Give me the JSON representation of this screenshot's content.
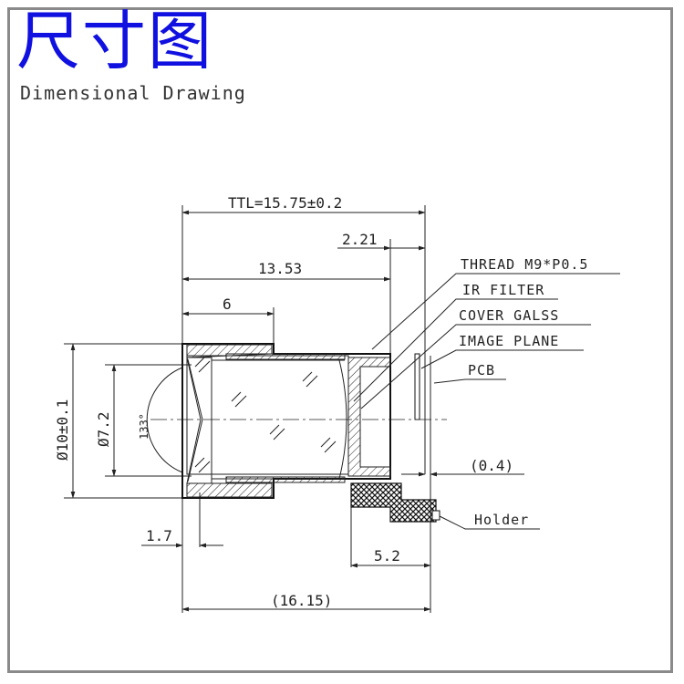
{
  "title_cn": "尺寸图",
  "title_en": "Dimensional Drawing",
  "colors": {
    "title": "#1010e0",
    "frame": "#8a8a8a",
    "line": "#222222"
  },
  "dimensions": {
    "ttl": "TTL=15.75±0.2",
    "d221": "2.21",
    "d1353": "13.53",
    "d6": "6",
    "dia10": "Ø10±0.1",
    "dia72": "Ø7.2",
    "angle": "133°",
    "d17": "1.7",
    "d04": "(0.4)",
    "d52": "5.2",
    "d1615": "(16.15)"
  },
  "labels": {
    "thread": "THREAD M9*P0.5",
    "ir_filter": "IR FILTER",
    "cover_glass": "COVER GALSS",
    "image_plane": "IMAGE PLANE",
    "pcb": "PCB",
    "holder": "Holder"
  }
}
